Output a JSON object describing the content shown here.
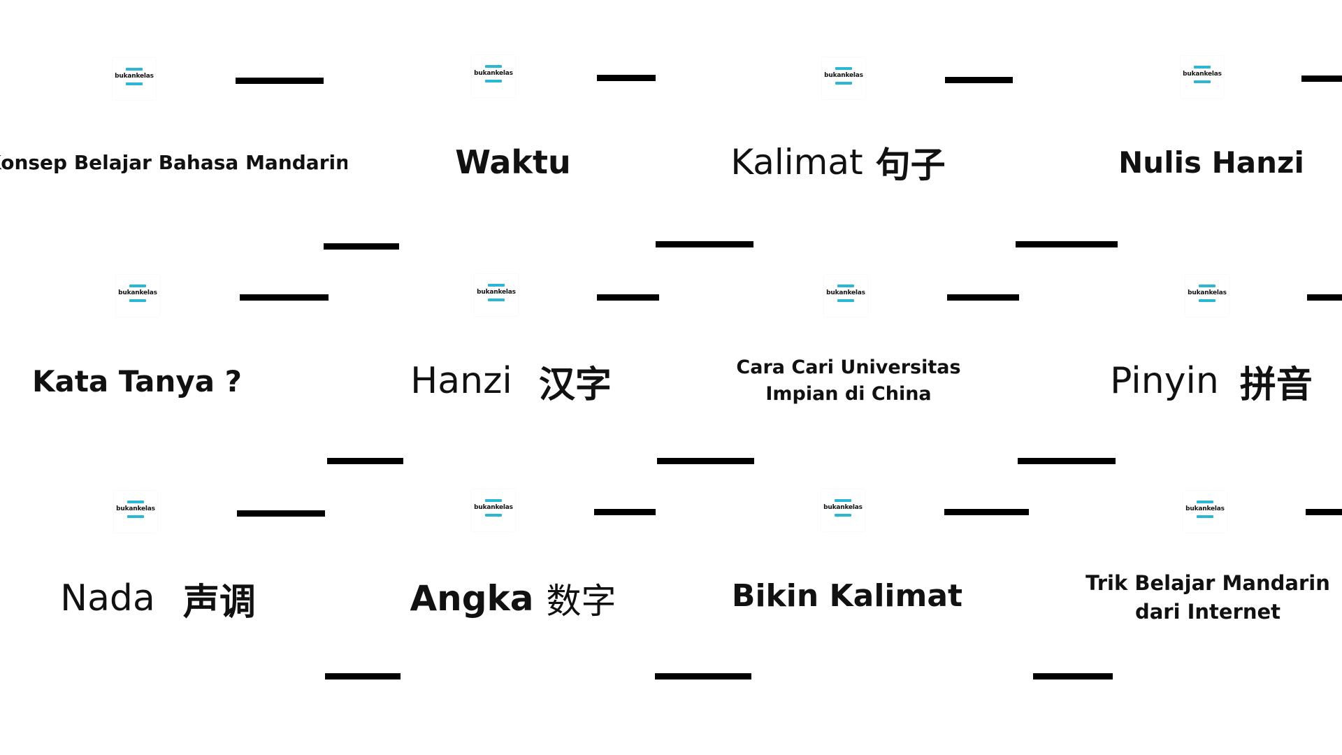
{
  "brand": {
    "logo_text": "bukankelas",
    "accent_color": "#2bb7d3",
    "rule_color": "#000000"
  },
  "cards": [
    {
      "title": "Konsep Belajar Bahasa Mandarin"
    },
    {
      "title": "Waktu"
    },
    {
      "title_latin": "Kalimat",
      "title_cjk": "句子"
    },
    {
      "title": "Nulis Hanzi"
    },
    {
      "title": "Kata Tanya ?"
    },
    {
      "title_latin": "Hanzi",
      "title_cjk": "汉字"
    },
    {
      "title_line1": "Cara Cari Universitas",
      "title_line2": "Impian di China"
    },
    {
      "title_latin": "Pinyin",
      "title_cjk": "拼音"
    },
    {
      "title_latin": "Nada",
      "title_cjk": "声调"
    },
    {
      "title_latin": "Angka",
      "title_cjk": "数字"
    },
    {
      "title": "Bikin Kalimat"
    },
    {
      "title_line1": "Trik Belajar Mandarin",
      "title_line2": "dari Internet"
    }
  ]
}
